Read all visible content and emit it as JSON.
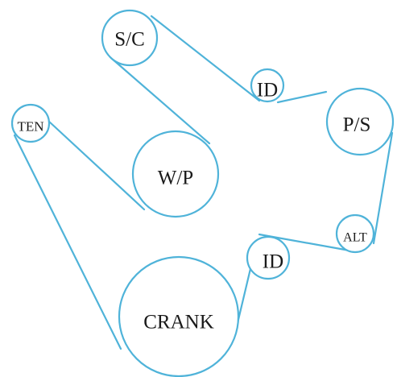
{
  "colors": {
    "belt": "#4fb3d9",
    "pulley_fill": "#ffffff",
    "label": "#1a1a1a"
  },
  "pulleys": [
    {
      "id": "sc",
      "label": "S/C"
    },
    {
      "id": "id1",
      "label": "ID"
    },
    {
      "id": "ps",
      "label": "P/S"
    },
    {
      "id": "ten",
      "label": "TEN"
    },
    {
      "id": "wp",
      "label": "W/P"
    },
    {
      "id": "alt",
      "label": "ALT"
    },
    {
      "id": "id2",
      "label": "ID"
    },
    {
      "id": "crank",
      "label": "CRANK"
    }
  ]
}
